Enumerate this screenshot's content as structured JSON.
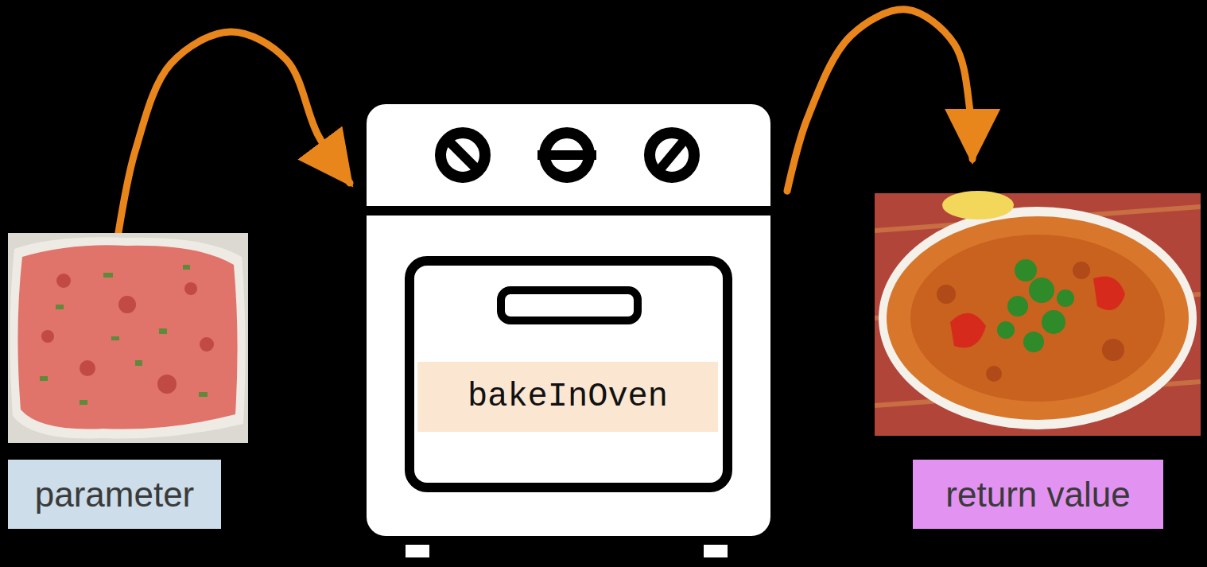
{
  "diagram": {
    "nodes": [
      {
        "text": [
          "parameter"
        ]
      },
      {
        "text": [
          "bakeInOven"
        ]
      },
      {
        "text": [
          "return value"
        ]
      }
    ],
    "edges": [
      {
        "from": 0,
        "to": 1,
        "arrow": "to"
      },
      {
        "from": 1,
        "to": 2,
        "arrow": "to"
      }
    ]
  }
}
